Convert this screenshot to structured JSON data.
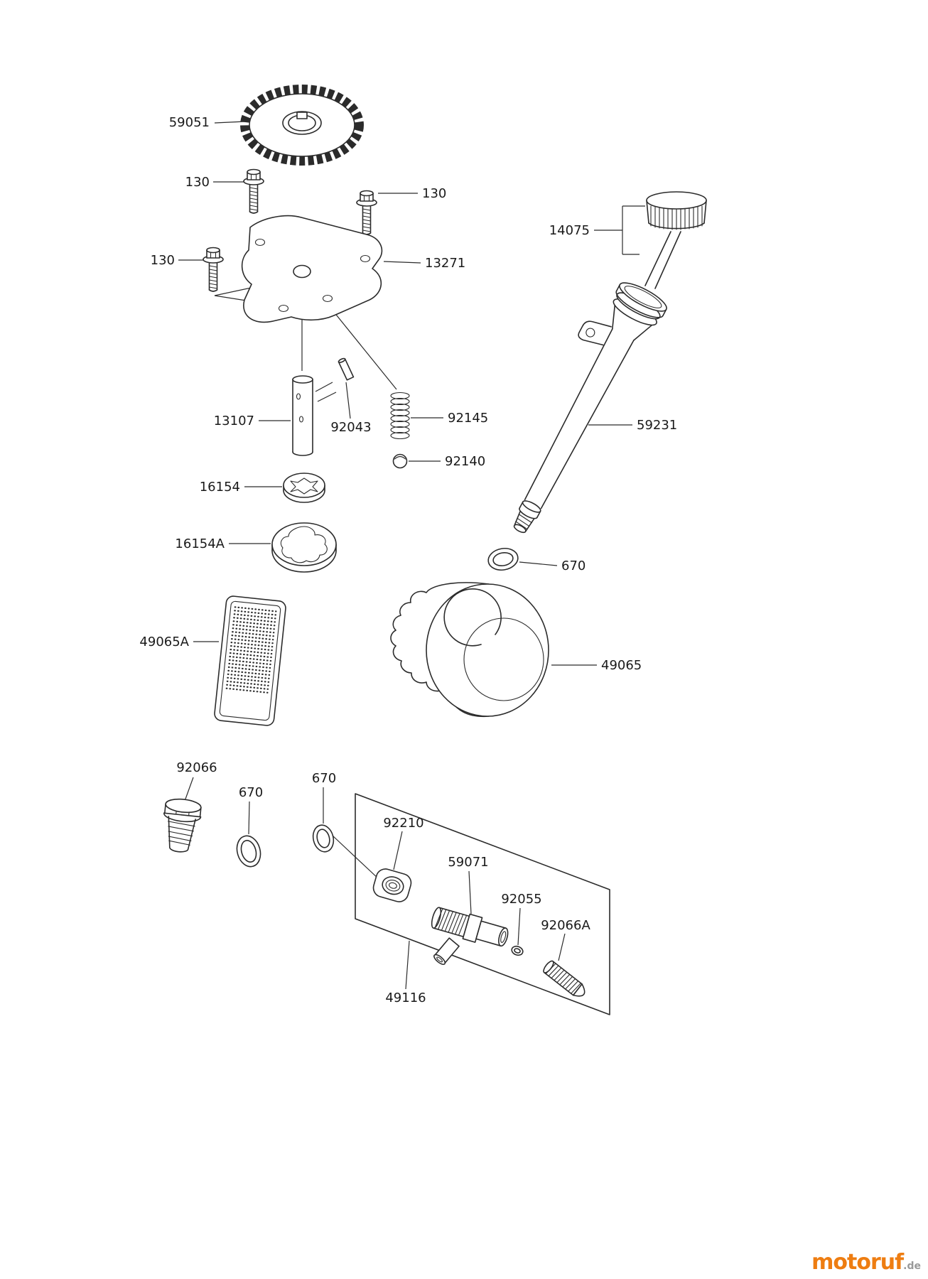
{
  "diagram": {
    "callouts": {
      "gear": "59051",
      "bolt_top": "130",
      "bolt_right": "130",
      "bolt_left": "130",
      "plate": "13271",
      "oil_cap": "14075",
      "dipstick_tube": "59231",
      "shaft": "13107",
      "pin": "92043",
      "spring": "92145",
      "ball": "92140",
      "inner_rotor": "16154",
      "outer_rotor": "16154A",
      "oring_tube": "670",
      "screen": "49065A",
      "oil_filter": "49065",
      "drain_plug": "92066",
      "oring_drain": "670",
      "oring_fitting": "670",
      "fitting_nut": "92210",
      "fitting_body": "59071",
      "small_ring": "92055",
      "bypass_plug": "92066A",
      "fitting_assembly": "49116"
    }
  },
  "watermark": {
    "brand": "motoruf",
    "suffix": ".de"
  },
  "colors": {
    "line": "#2b2b2b",
    "label_text": "#1a1a1a",
    "brand_orange": "#ee7d11",
    "suffix_gray": "#999999",
    "background": "#ffffff"
  }
}
